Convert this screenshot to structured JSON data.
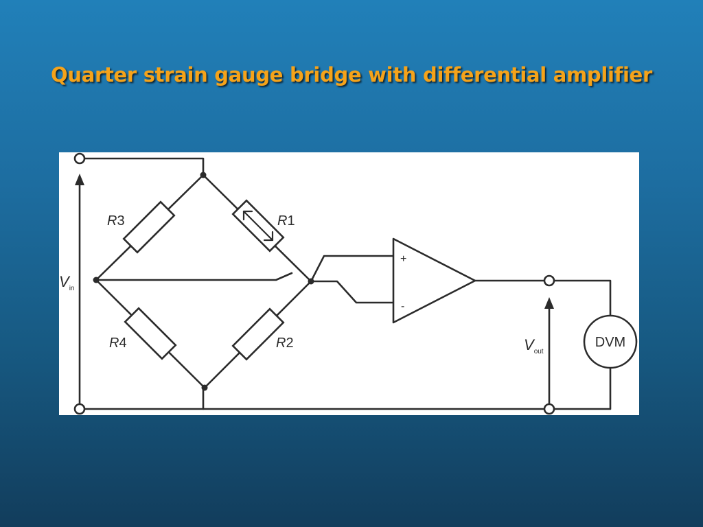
{
  "slide": {
    "title": "Quarter strain gauge bridge with differential amplifier"
  },
  "diagram": {
    "resistors": {
      "r1": {
        "prefix": "R",
        "number": "1"
      },
      "r2": {
        "prefix": "R",
        "number": "2"
      },
      "r3": {
        "prefix": "R",
        "number": "3"
      },
      "r4": {
        "prefix": "R",
        "number": "4"
      }
    },
    "vin": {
      "symbol": "V",
      "subscript": "in"
    },
    "vout": {
      "symbol": "V",
      "subscript": "out"
    },
    "amplifier": {
      "plus": "+",
      "minus": "-"
    },
    "meter": {
      "label": "DVM"
    },
    "colors": {
      "title": "#f5a31a",
      "ink": "#2b2b2b",
      "panel": "#ffffff"
    }
  }
}
